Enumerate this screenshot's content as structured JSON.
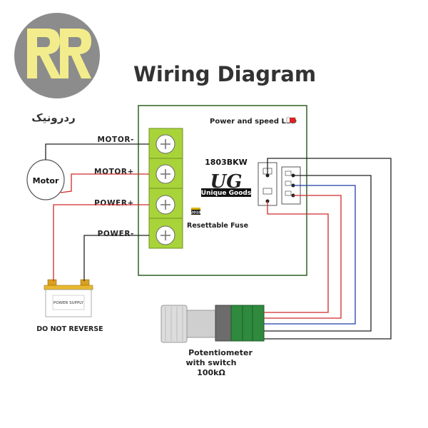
{
  "title": "Wiring Diagram",
  "brand": {
    "logo_text": "RR",
    "name_fa": "ردرونیک"
  },
  "board": {
    "led_label": "Power and speed LED",
    "model": "1803BKW",
    "logo_mark": "UG",
    "logo_text": "Unique Goods",
    "fuse_chip_text": "2010",
    "fuse_label": "Resettable Fuse"
  },
  "terminals": [
    {
      "label": "MOTOR-"
    },
    {
      "label": "MOTOR+"
    },
    {
      "label": "POWER+"
    },
    {
      "label": "POWER-"
    }
  ],
  "motor": {
    "label": "Motor"
  },
  "power_supply": {
    "label": "POWER SUPPLY",
    "warning": "DO NOT REVERSE"
  },
  "potentiometer": {
    "line1": "Potentiometer",
    "line2": "with switch",
    "line3": "100kΩ"
  },
  "colors": {
    "terminal_green": "#a8d43a",
    "wire_red": "#d02a2a",
    "wire_blue": "#1f3fa8",
    "wire_black": "#222222",
    "logo_circle": "#8c8c8c",
    "logo_letters": "#f3ec8c",
    "led_red": "#e02020"
  }
}
